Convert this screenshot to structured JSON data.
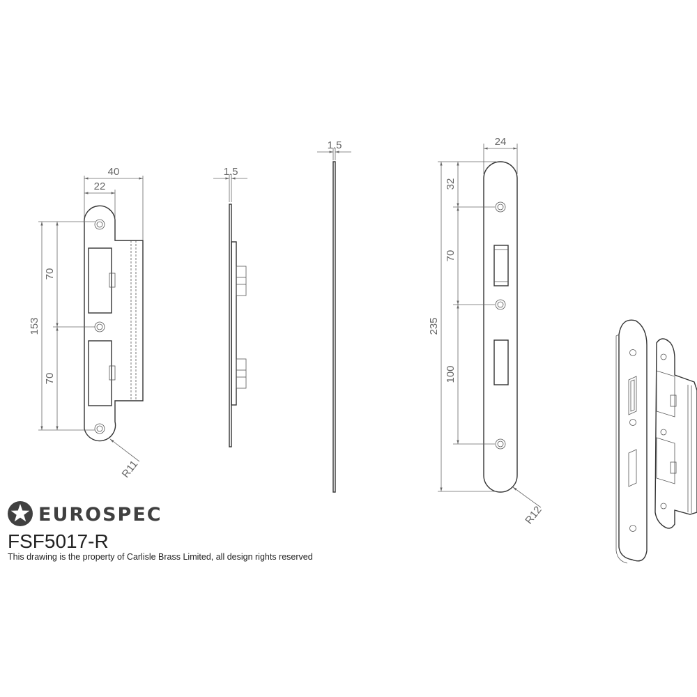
{
  "brand": {
    "name": "EUROSPEC",
    "color": "#404040"
  },
  "product_code": "FSF5017-R",
  "legal_notice": "This drawing is the property of Carlisle Brass Limited, all design rights reserved",
  "dimensions": {
    "small_plate": {
      "width": "40",
      "inner_width": "22",
      "total_height": "153",
      "upper_spacing": "70",
      "lower_spacing": "70",
      "radius": "R11"
    },
    "small_side": {
      "thickness": "1.5"
    },
    "large_side": {
      "thickness": "1.5"
    },
    "large_plate": {
      "width": "24",
      "top_offset": "32",
      "upper_spacing": "70",
      "total_height": "235",
      "lower_spacing": "100",
      "radius": "R12"
    }
  }
}
